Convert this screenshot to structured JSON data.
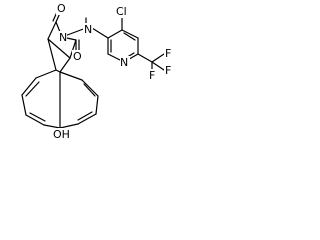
{
  "atoms": {
    "oxygen_top": "O",
    "nitrogen_imide": "N",
    "nitrogen_amine": "N",
    "nitrogen_pyridine": "N",
    "oxygen_right": "O",
    "chlorine": "Cl",
    "fluorine_1": "F",
    "fluorine_2": "F",
    "fluorine_3": "F",
    "hydroxyl": "OH"
  }
}
